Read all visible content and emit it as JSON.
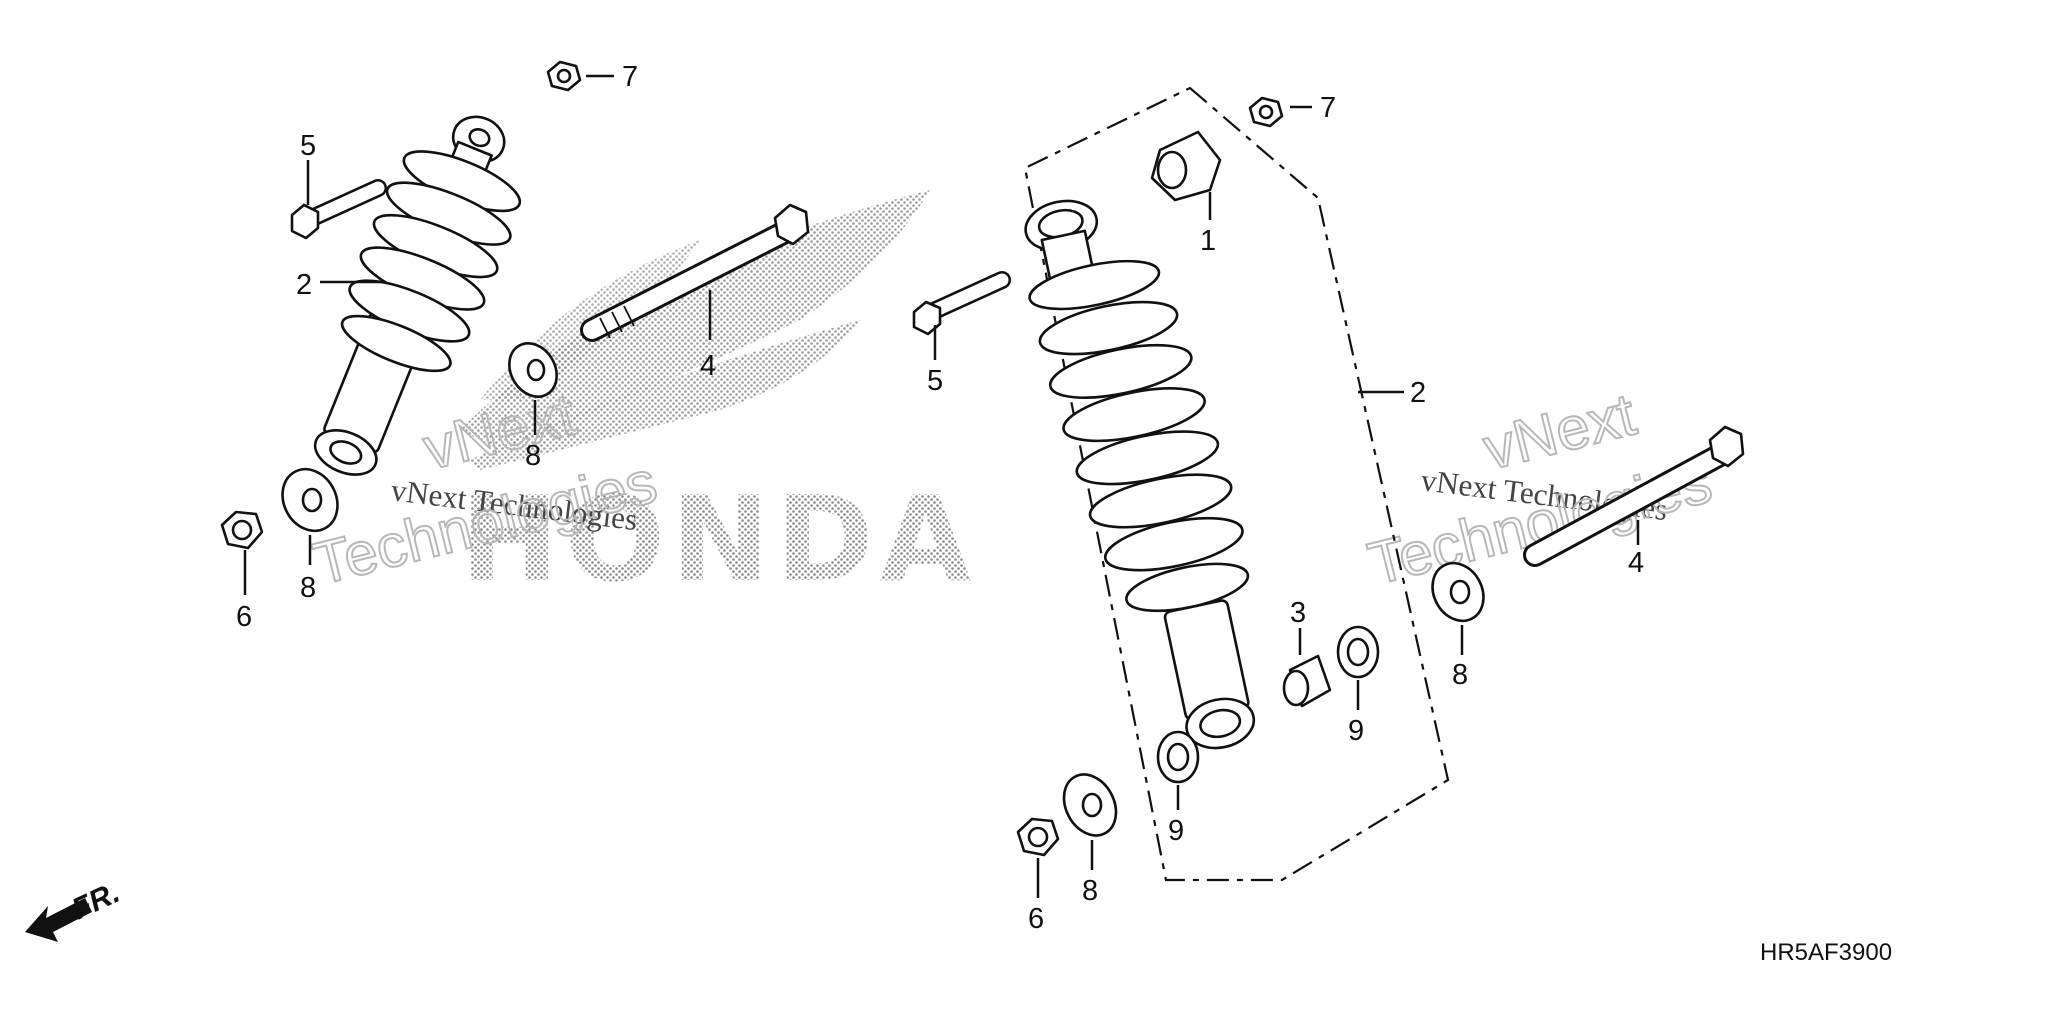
{
  "diagram_code": "HR5AF3900",
  "direction_label": "FR.",
  "brand_watermark": "HONDA",
  "watermark": {
    "line1": "vNext Technologies",
    "outline1": "vNext",
    "outline2": "Technologies"
  },
  "callouts": {
    "left_5": "5",
    "left_2": "2",
    "left_7": "7",
    "left_4": "4",
    "left_8_upper": "8",
    "left_6": "6",
    "left_8_lower": "8",
    "right_7": "7",
    "right_1": "1",
    "right_5": "5",
    "right_2": "2",
    "right_4": "4",
    "right_8_right": "8",
    "right_3": "3",
    "right_9_upper": "9",
    "right_9_lower": "9",
    "right_8_lower": "8",
    "right_6": "6"
  }
}
